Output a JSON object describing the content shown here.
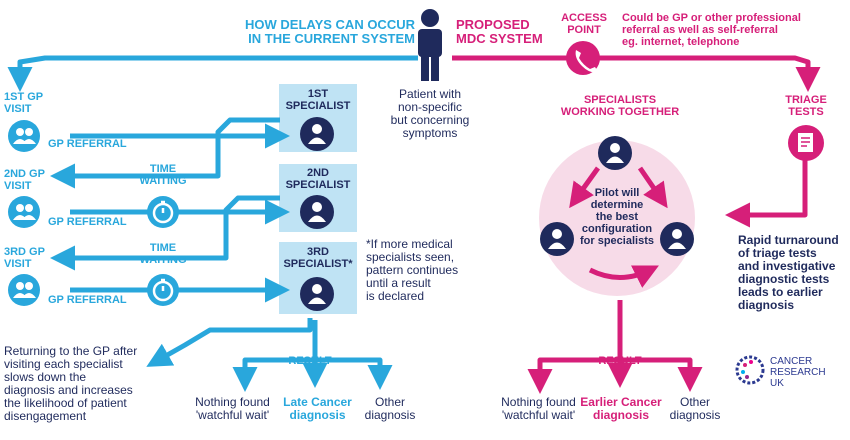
{
  "current": {
    "heading": "HOW DELAYS CAN OCCUR\nIN THE CURRENT SYSTEM",
    "visits": [
      "1ST GP\nVISIT",
      "2ND GP\nVISIT",
      "3RD GP\nVISIT"
    ],
    "referral_label": "GP REFERRAL",
    "time_waiting": "TIME\nWAITING",
    "specialists": [
      "1ST\nSPECIALIST",
      "2ND\nSPECIALIST",
      "3RD\nSPECIALIST*"
    ],
    "footnote": "*If more medical\nspecialists seen,\npattern continues\nuntil a result\nis declared",
    "returning_note": "Returning to the GP after\nvisiting each specialist\nslows down the\ndiagnosis and increases\nthe likelihood of patient\ndisengagement",
    "result_label": "RESULT",
    "outcomes": [
      "Nothing found\n'watchful wait'",
      "Late Cancer\ndiagnosis",
      "Other\ndiagnosis"
    ]
  },
  "patient": {
    "text": "Patient with\nnon-specific\nbut concerning\nsymptoms"
  },
  "proposed": {
    "heading": "PROPOSED\nMDC SYSTEM",
    "access_point": "ACCESS\nPOINT",
    "access_note": "Could be GP or other professional\nreferral as well as self-referral\neg. internet, telephone",
    "triage": "TRIAGE\nTESTS",
    "specialists_heading": "SPECIALISTS\nWORKING TOGETHER",
    "pilot_text": "Pilot will\ndetermine\nthe best\nconfiguration\nfor specialists",
    "rapid_note": "Rapid turnaround\nof triage tests\nand investigative\ndiagnostic tests\nleads to earlier\ndiagnosis",
    "result_label": "RESULT",
    "outcomes": [
      "Nothing found\n'watchful wait'",
      "Earlier Cancer\ndiagnosis",
      "Other\ndiagnosis"
    ]
  },
  "logo": {
    "text": "CANCER\nRESEARCH\nUK"
  },
  "colors": {
    "blue": "#29a7dc",
    "pink": "#d61f79",
    "navy": "#1f2a5c",
    "light_blue_box": "#bfe3f4",
    "light_pink_circle": "#f7dbe8"
  },
  "icons": {
    "patient": "person-icon",
    "gp_visit": "group-people-icon",
    "specialist": "doctor-icon",
    "time": "stopwatch-icon",
    "access": "phone-icon",
    "triage": "document-icon"
  }
}
